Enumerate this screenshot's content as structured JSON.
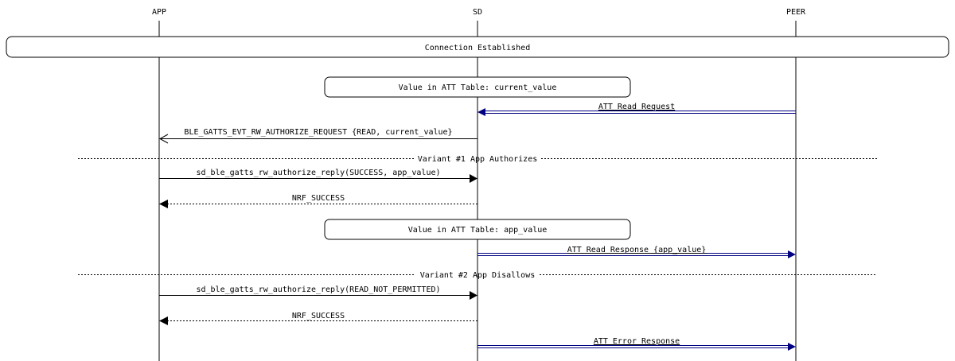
{
  "participants": {
    "app": "APP",
    "sd": "SD",
    "peer": "PEER"
  },
  "boxes": {
    "connection": "Connection Established",
    "value_current": "Value in ATT Table: current_value",
    "value_app": "Value in ATT Table: app_value"
  },
  "separators": {
    "variant1": "Variant #1 App Authorizes",
    "variant2": "Variant #2 App Disallows"
  },
  "messages": {
    "read_request": "ATT Read Request",
    "authorize_request": "BLE_GATTS_EVT_RW_AUTHORIZE_REQUEST {READ, current_value}",
    "reply_success": "sd_ble_gatts_rw_authorize_reply(SUCCESS, app_value)",
    "nrf_success_1": "NRF_SUCCESS",
    "read_response": "ATT Read Response {app_value}",
    "reply_not_permitted": "sd_ble_gatts_rw_authorize_reply(READ_NOT_PERMITTED)",
    "nrf_success_2": "NRF_SUCCESS",
    "error_response": "ATT Error Response"
  },
  "colors": {
    "peer_message": "#000080",
    "line": "#000000"
  }
}
